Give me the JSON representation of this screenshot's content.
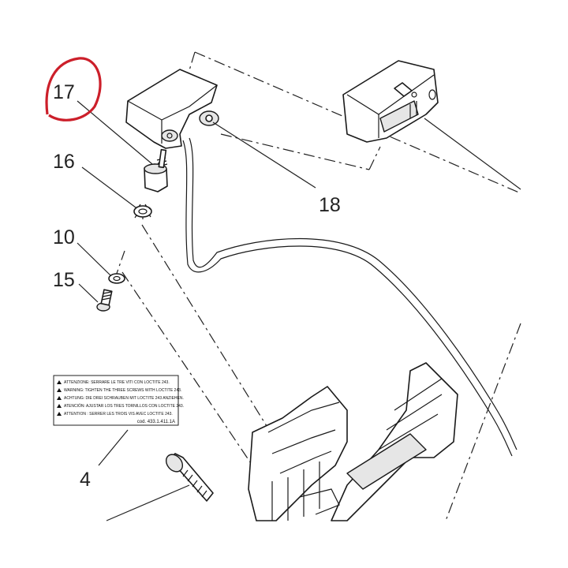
{
  "highlight_color": "#cc1f2a",
  "callouts": [
    {
      "id": "17",
      "label": "17",
      "highlighted": true
    },
    {
      "id": "16",
      "label": "16",
      "highlighted": false
    },
    {
      "id": "10",
      "label": "10",
      "highlighted": false
    },
    {
      "id": "15",
      "label": "15",
      "highlighted": false
    },
    {
      "id": "18",
      "label": "18",
      "highlighted": false
    },
    {
      "id": "4",
      "label": "4",
      "highlighted": false
    }
  ],
  "warning_label": {
    "lines": [
      "ATTENZIONE: SERRARE LE TRE VITI CON LOCTITE 243.",
      "WARNING: TIGHTEN THE THREE SCREWS WITH LOCTITE 243.",
      "ACHTUNG: DIE DREI SCHRAUBEN MIT LOCTITE 243 ANZIEHEN.",
      "ATENCIÓN: AJUSTAR LOS TRES TORNILLOS CON LOCTITE 243.",
      "ATTENTION : SERRER LES TROIS VIS AVEC LOCTITE 243."
    ],
    "code": "cod. 433.1.411.1A"
  }
}
